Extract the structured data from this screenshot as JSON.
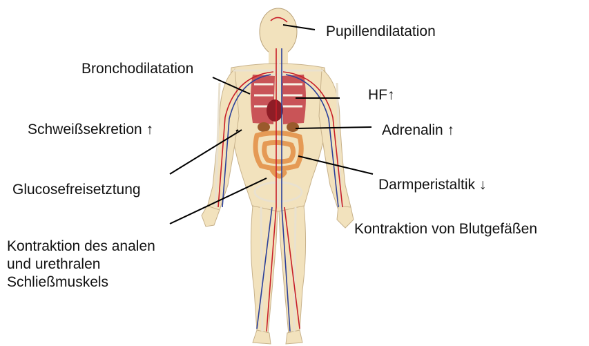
{
  "labels": {
    "pupil": "Pupillendilatation",
    "broncho": "Bronchodilatation",
    "hf": "HF↑",
    "sweat": "Schweißsekretion ↑",
    "adrenalin": "Adrenalin ↑",
    "glucose": "Glucosefreisetztung",
    "darm": "Darmperistaltik ↓",
    "vessel": "Kontraktion von Blutgefäßen",
    "sphincter": [
      "Kontraktion des analen",
      "und urethralen",
      "Schließmuskels"
    ]
  },
  "colors": {
    "skin": "#f2e2bd",
    "bone": "#f7f2e6",
    "lung": "#c23b45",
    "artery": "#c81e28",
    "vein": "#2a3f9a",
    "intestine": "#e59a55",
    "leader": "#000000"
  },
  "illustration": "human-anatomy-figure"
}
